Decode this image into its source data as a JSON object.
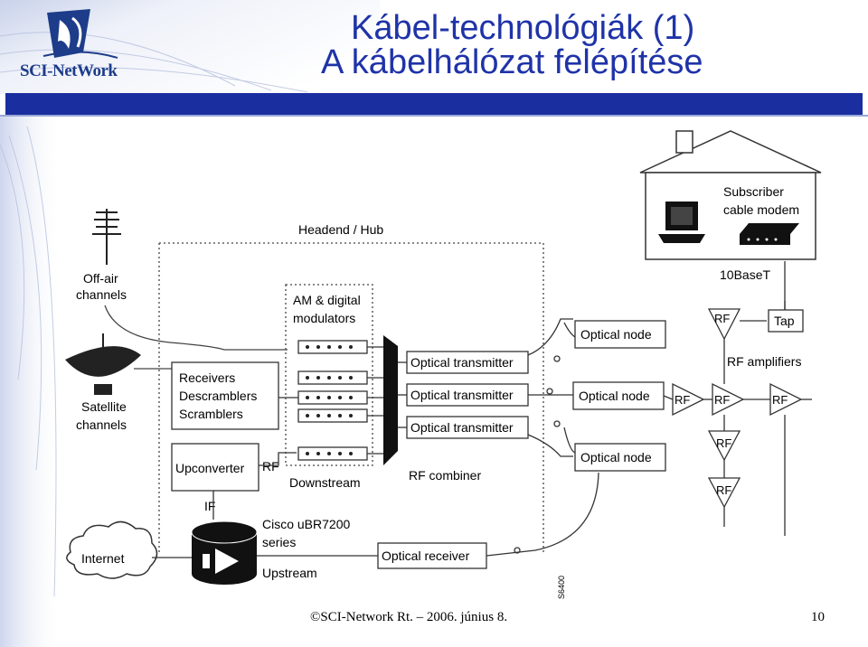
{
  "header": {
    "title_line1": "Kábel-technológiák (1)",
    "title_line2": "A kábelhálózat felépítése",
    "logo_text": "SCI-NetWork"
  },
  "diagram": {
    "headend_label": "Headend / Hub",
    "offair_label": [
      "Off-air",
      "channels"
    ],
    "satellite_label": [
      "Satellite",
      "channels"
    ],
    "internet_label": "Internet",
    "receivers_label": [
      "Receivers",
      "Descramblers",
      "Scramblers"
    ],
    "upconverter_label": "Upconverter",
    "rf_label": "RF",
    "if_label": "IF",
    "modulators_label": [
      "AM & digital",
      "modulators"
    ],
    "downstream_label": "Downstream",
    "rf_combiner_label": "RF combiner",
    "optical_transmitter_label": "Optical transmitter",
    "optical_node_label": "Optical node",
    "optical_receiver_label": "Optical receiver",
    "cisco_label": [
      "Cisco uBR7200",
      "series"
    ],
    "upstream_label": "Upstream",
    "subscriber_label": [
      "Subscriber",
      "cable modem"
    ],
    "tenbaset_label": "10BaseT",
    "tap_label": "Tap",
    "rf_amplifiers_label": "RF amplifiers",
    "figure_id": "S6400"
  },
  "footer": {
    "copyright": "©SCI-Network Rt. – 2006. június 8.",
    "page_number": "10"
  }
}
